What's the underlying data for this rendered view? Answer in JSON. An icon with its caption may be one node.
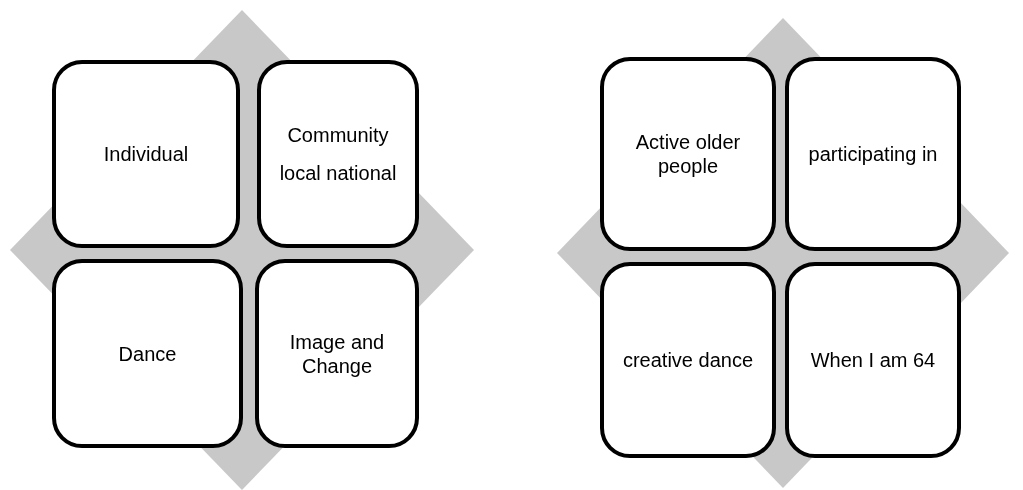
{
  "diagram": {
    "nodes": [
      {
        "text": [],
        "shape": "diamond"
      },
      {
        "text": [
          "Individual"
        ],
        "in": 0
      },
      {
        "text": [
          "Community",
          "local national"
        ],
        "in": 0
      },
      {
        "text": [
          "Dance"
        ],
        "in": 0
      },
      {
        "text": [
          "Image and Change"
        ],
        "in": 0
      },
      {
        "text": [],
        "shape": "diamond"
      },
      {
        "text": [
          "Active older people"
        ],
        "in": 5
      },
      {
        "text": [
          "participating in"
        ],
        "in": 5
      },
      {
        "text": [
          "creative dance"
        ],
        "in": 5
      },
      {
        "text": [
          "When I am 64"
        ],
        "in": 5
      }
    ],
    "edges": []
  }
}
